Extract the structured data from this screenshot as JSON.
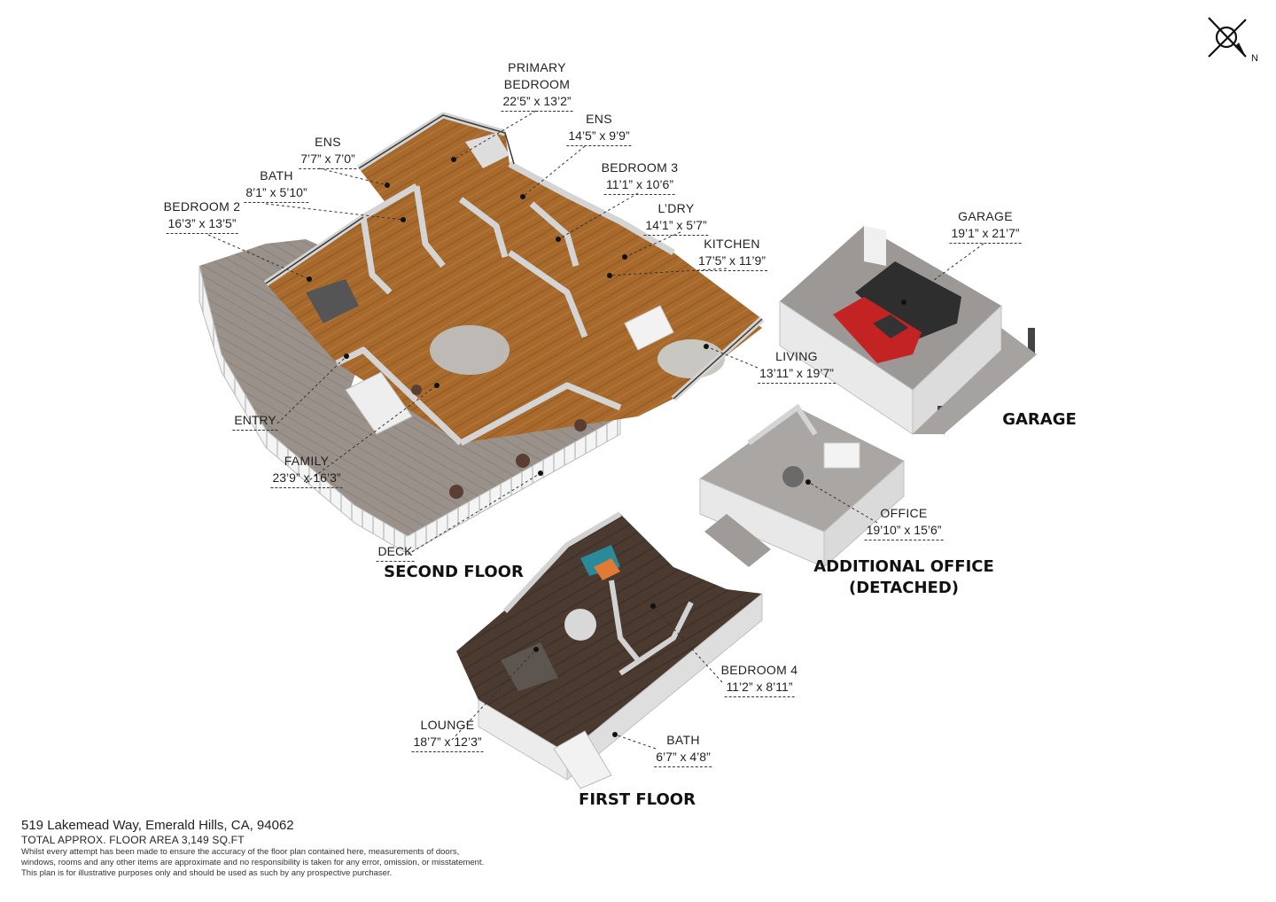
{
  "compass": {
    "north_label": "N"
  },
  "floors": {
    "second": "SECOND FLOOR",
    "first": "FIRST FLOOR",
    "garage": "GARAGE",
    "office_line1": "ADDITIONAL OFFICE",
    "office_line2": "(DETACHED)"
  },
  "rooms": {
    "primary_bedroom": {
      "name1": "PRIMARY",
      "name2": "BEDROOM",
      "dim": "22’5” x 13’2”"
    },
    "ens_primary": {
      "name": "ENS",
      "dim": "14’5” x 9’9”"
    },
    "ens_small": {
      "name": "ENS",
      "dim": "7’7” x 7’0”"
    },
    "bath_upper": {
      "name": "BATH",
      "dim": "8’1” x 5’10”"
    },
    "bedroom2": {
      "name": "BEDROOM 2",
      "dim": "16’3” x 13’5”"
    },
    "bedroom3": {
      "name": "BEDROOM 3",
      "dim": "11’1” x 10’6”"
    },
    "laundry": {
      "name": "L’DRY",
      "dim": "14’1” x 5’7”"
    },
    "kitchen": {
      "name": "KITCHEN",
      "dim": "17’5” x 11’9”"
    },
    "living": {
      "name": "LIVING",
      "dim": "13’11” x 19’7”"
    },
    "entry": {
      "name": "ENTRY"
    },
    "family": {
      "name": "FAMILY",
      "dim": "23’9” x 16’3”"
    },
    "deck": {
      "name": "DECK"
    },
    "garage": {
      "name": "GARAGE",
      "dim": "19’1” x 21’7”"
    },
    "office": {
      "name": "OFFICE",
      "dim": "19’10” x 15’6”"
    },
    "bedroom4": {
      "name": "BEDROOM 4",
      "dim": "11’2” x 8’11”"
    },
    "lounge": {
      "name": "LOUNGE",
      "dim": "18’7” x 12’3”"
    },
    "bath_lower": {
      "name": "BATH",
      "dim": "6’7” x 4’8”"
    }
  },
  "footer": {
    "address": "519 Lakemead Way, Emerald Hills, CA, 94062",
    "area": "TOTAL APPROX. FLOOR AREA 3,149 SQ.FT",
    "disclaimer1": "Whilst every attempt has been made to ensure the accuracy of the floor plan contained here, measurements of doors,",
    "disclaimer2": "windows, rooms and any other items are approximate and no responsibility is taken for any error, omission, or misstatement.",
    "disclaimer3": "This plan is for illustrative purposes only and should be used as such by any prospective purchaser."
  }
}
